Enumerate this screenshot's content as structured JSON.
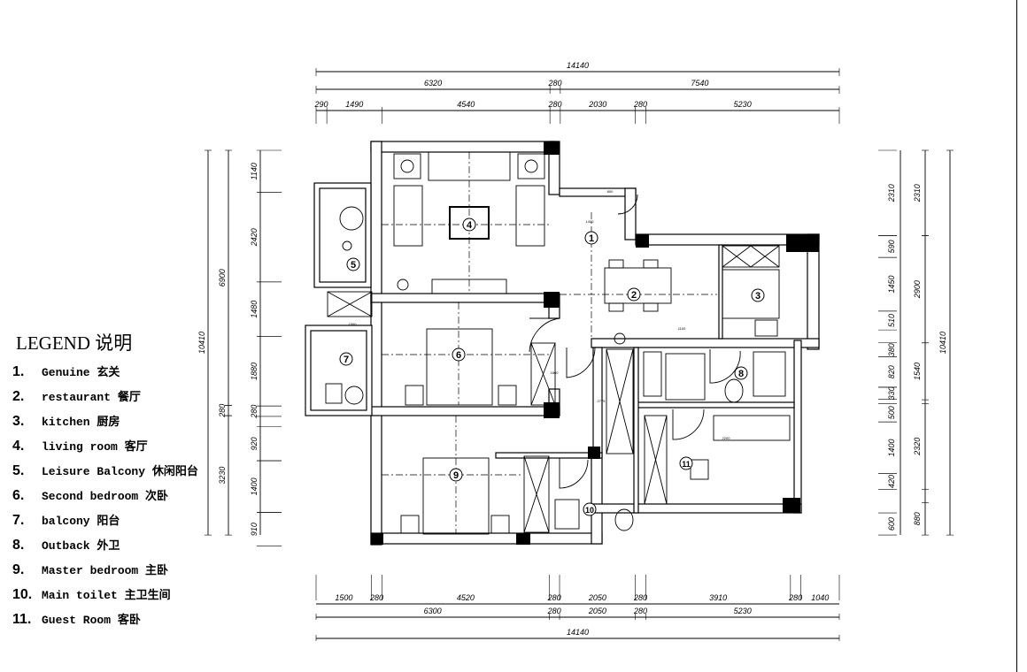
{
  "legend": {
    "title": "LEGEND 说明",
    "items": [
      {
        "num": "1.",
        "label": "Genuine 玄关"
      },
      {
        "num": "2.",
        "label": "restaurant 餐厅"
      },
      {
        "num": "3.",
        "label": "kitchen 厨房"
      },
      {
        "num": "4.",
        "label": "living room 客厅"
      },
      {
        "num": "5.",
        "label": "Leisure Balcony 休闲阳台"
      },
      {
        "num": "6.",
        "label": "Second bedroom 次卧"
      },
      {
        "num": "7.",
        "label": "balcony 阳台"
      },
      {
        "num": "8.",
        "label": "Outback  外卫"
      },
      {
        "num": "9.",
        "label": "Master bedroom 主卧"
      },
      {
        "num": "10.",
        "label": "Main toilet 主卫生间"
      },
      {
        "num": "11.",
        "label": "Guest Room 客卧"
      }
    ]
  },
  "rooms": [
    "1",
    "2",
    "3",
    "4",
    "5",
    "6",
    "7",
    "8",
    "9",
    "10",
    "11"
  ],
  "dimensions": {
    "top_total": [
      14140
    ],
    "top_mid": [
      6320,
      280,
      7540
    ],
    "top_detail": [
      290,
      1490,
      4540,
      280,
      2030,
      280,
      5230
    ],
    "bottom_detail": [
      1500,
      280,
      4520,
      280,
      2050,
      280,
      3910,
      280,
      1040
    ],
    "bottom_mid": [
      6300,
      280,
      2050,
      280,
      5230
    ],
    "bottom_total": [
      14140
    ],
    "left_total": [
      10410
    ],
    "left_mid": [
      6900,
      280,
      3230
    ],
    "left_detail": [
      1140,
      2420,
      1480,
      1880,
      280,
      920,
      1400,
      910
    ],
    "right_detail": [
      2310,
      590,
      1450,
      510,
      380,
      820,
      330,
      500,
      1400,
      420,
      600
    ],
    "right_mid": [
      2310,
      2900,
      1540,
      2320,
      880
    ],
    "right_total": [
      10410
    ]
  },
  "inner_dims": [
    "1400",
    "800",
    "1100",
    "2775",
    "1800",
    "2200",
    "1500"
  ]
}
